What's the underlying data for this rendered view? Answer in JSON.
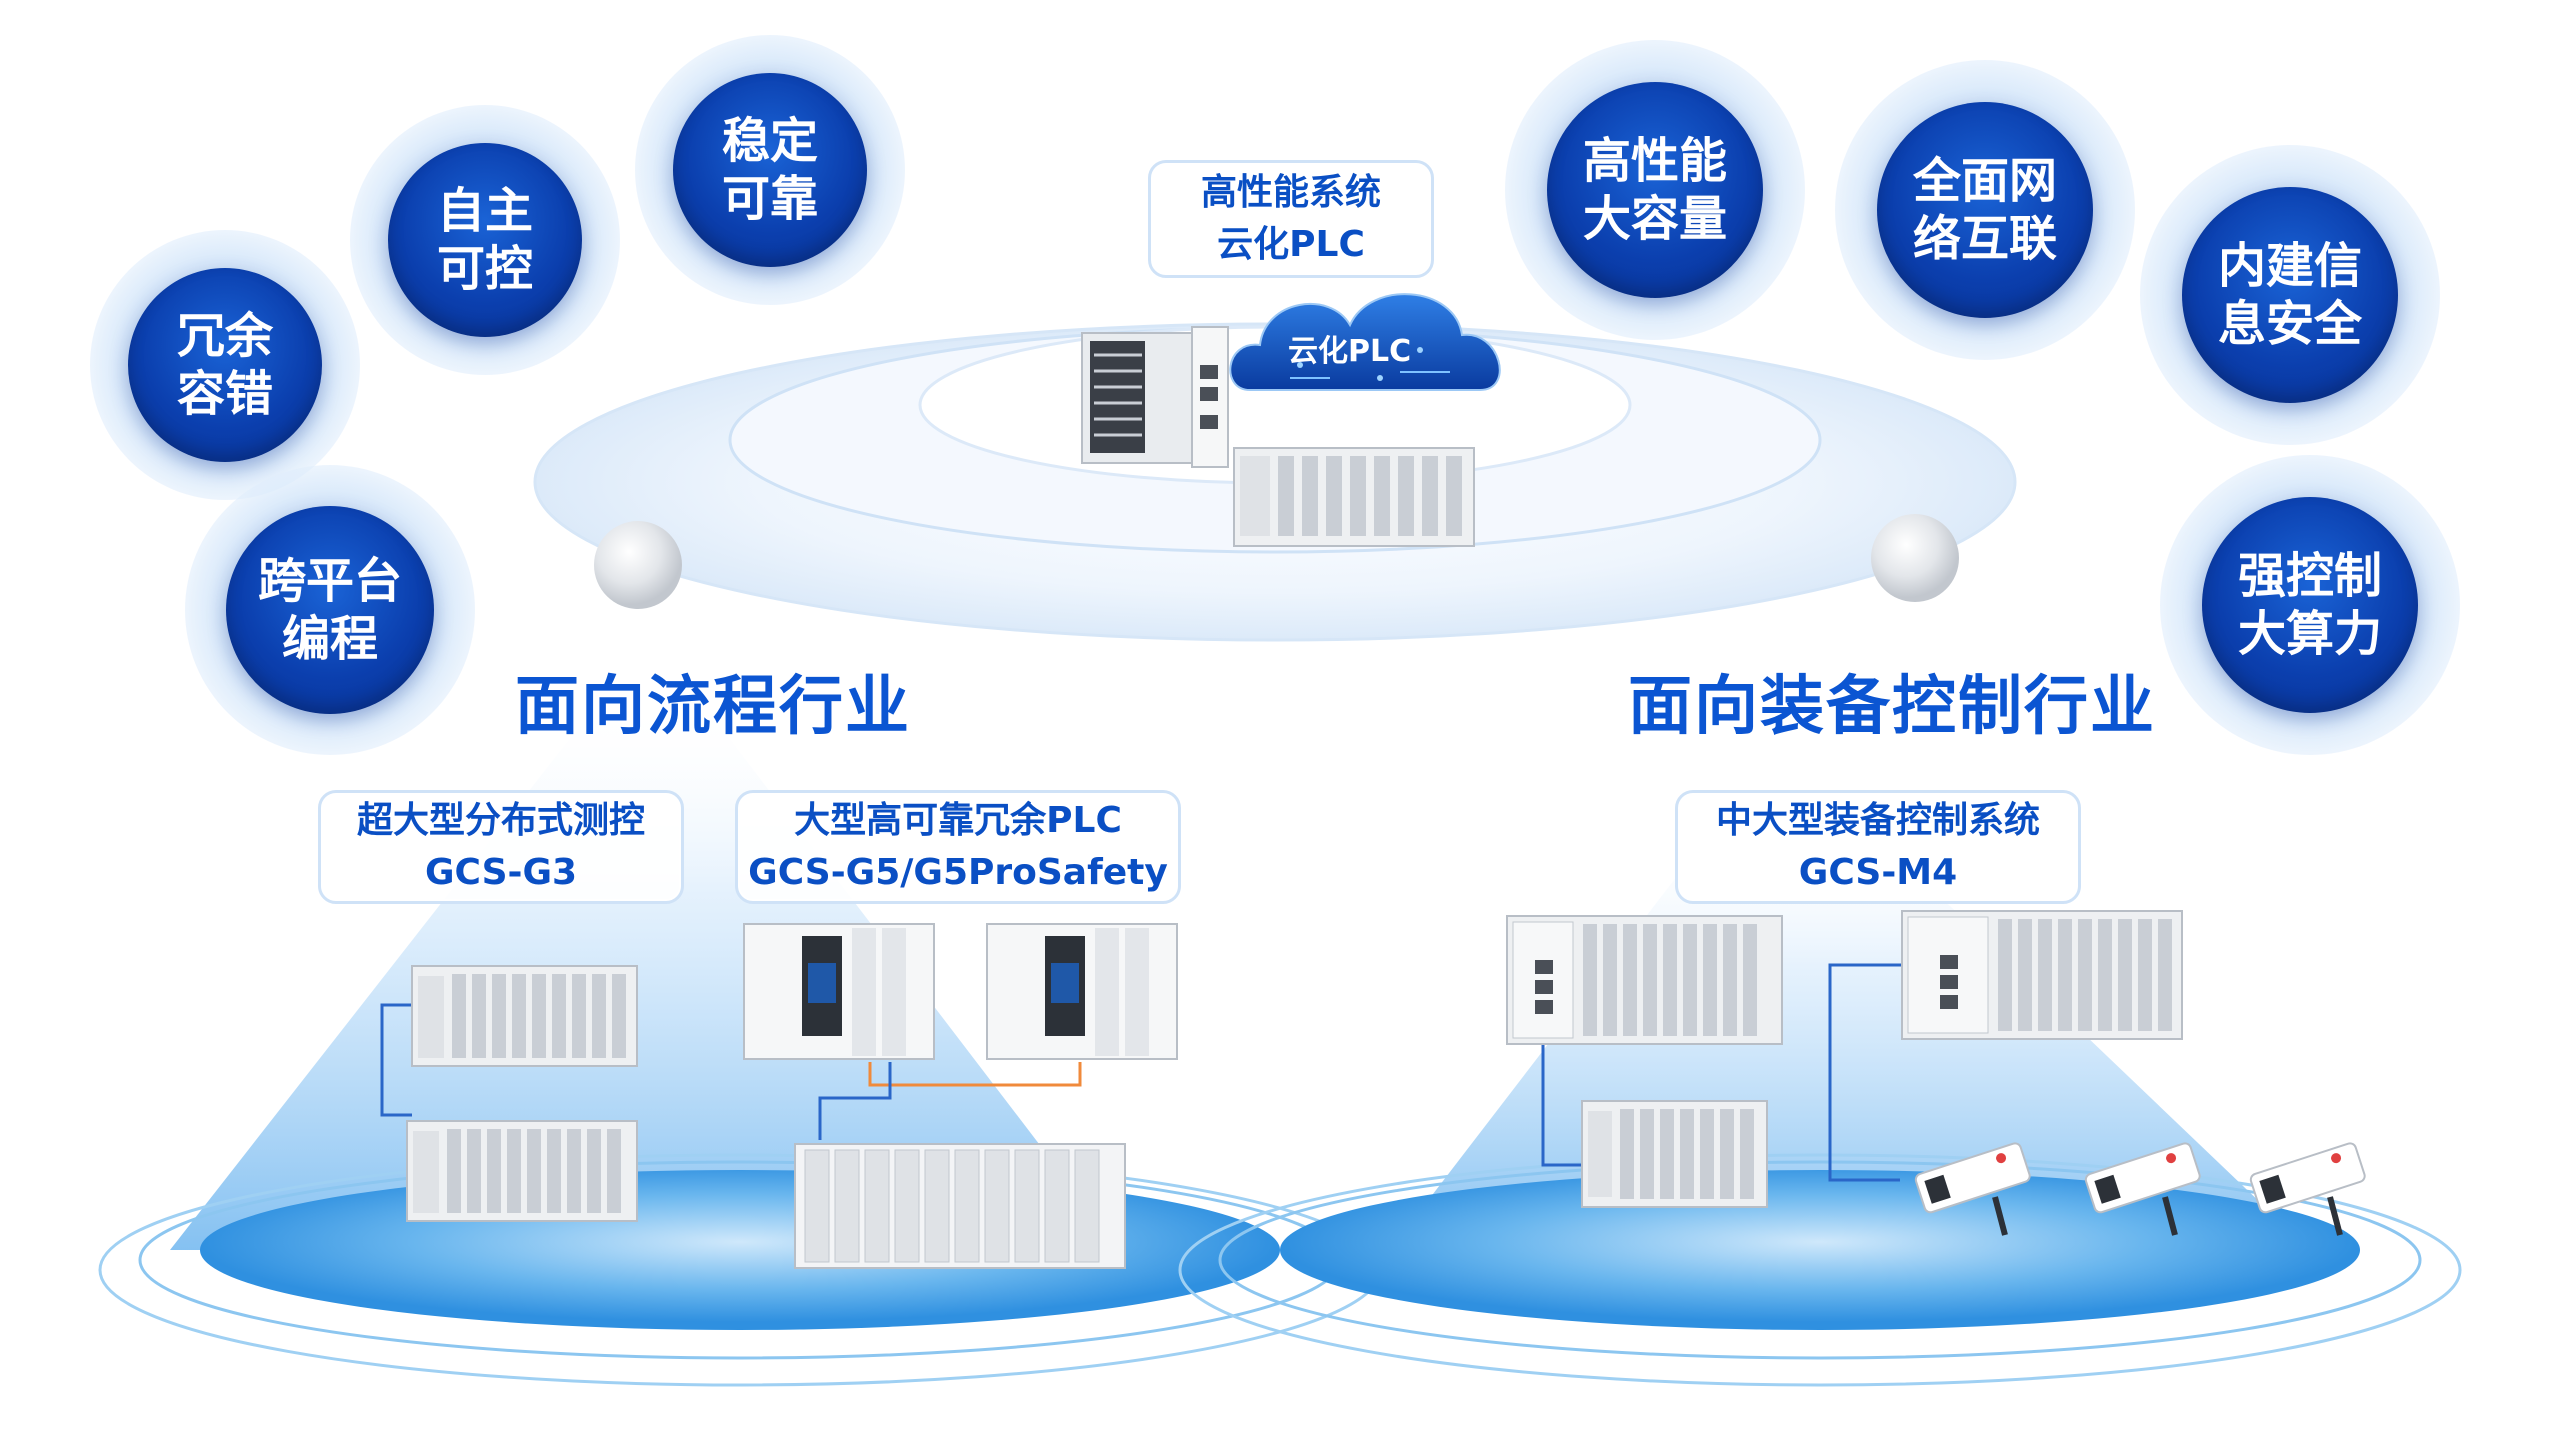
{
  "bubbles": [
    {
      "line1": "冗余",
      "line2": "容错"
    },
    {
      "line1": "自主",
      "line2": "可控"
    },
    {
      "line1": "稳定",
      "line2": "可靠"
    },
    {
      "line1": "跨平台",
      "line2": "编程"
    },
    {
      "line1": "高性能",
      "line2": "大容量"
    },
    {
      "line1": "全面网",
      "line2": "络互联"
    },
    {
      "line1": "内建信",
      "line2": "息安全"
    },
    {
      "line1": "强控制",
      "line2": "大算力"
    }
  ],
  "center": {
    "line1": "高性能系统",
    "line2": "云化PLC",
    "cloud_label": "云化PLC"
  },
  "left": {
    "heading": "面向流程行业",
    "box1": {
      "line1": "超大型分布式测控",
      "line2": "GCS-G3"
    },
    "box2": {
      "line1": "大型高可靠冗余PLC",
      "line2": "GCS-G5/G5ProSafety"
    }
  },
  "right": {
    "heading": "面向装备控制行业",
    "box1": {
      "line1": "中大型装备控制系统",
      "line2": "GCS-M4"
    }
  },
  "colors": {
    "accent": "#0b55d2",
    "bubble_core": "#0b3fae",
    "light_blue": "#cfe6fb"
  }
}
